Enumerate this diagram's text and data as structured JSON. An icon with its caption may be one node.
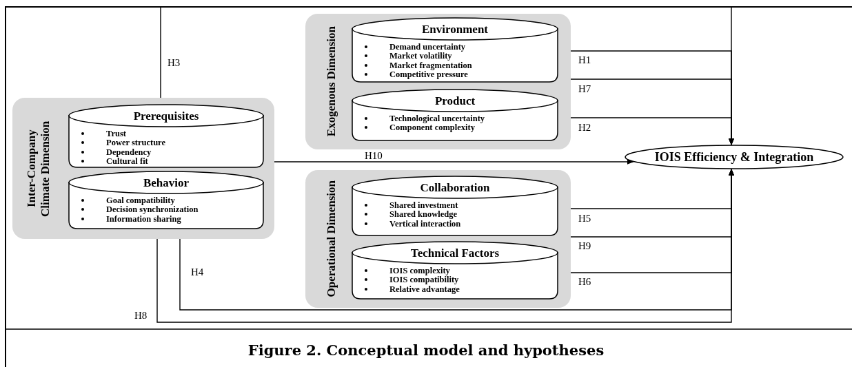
{
  "diagram": {
    "caption": "Figure 2. Conceptual model and hypotheses",
    "nodes": [
      {
        "text": [
          "Inter-Company Climate Dimension"
        ]
      },
      {
        "text": [
          "Prerequisites",
          "Trust",
          "Power structure",
          "Dependency",
          "Cultural fit"
        ],
        "in": 0
      },
      {
        "text": [
          "Behavior",
          "Goal compatibility",
          "Decision synchronization",
          "Information sharing"
        ],
        "in": 0
      },
      {
        "text": [
          "Exogenous Dimension"
        ]
      },
      {
        "text": [
          "Environment",
          "Demand uncertainty",
          "Market volatility",
          "Market fragmentation",
          "Competitive pressure"
        ],
        "in": 3
      },
      {
        "text": [
          "Product",
          "Technological uncertainty",
          "Component complexity"
        ],
        "in": 3
      },
      {
        "text": [
          "Operational Dimension"
        ]
      },
      {
        "text": [
          "Collaboration",
          "Shared investment",
          "Shared knowledge",
          "Vertical interaction"
        ],
        "in": 6
      },
      {
        "text": [
          "Technical Factors",
          "IOIS complexity",
          "IOIS compatibility",
          "Relative advantage"
        ],
        "in": 6
      },
      {
        "text": [
          "IOIS Efficiency & Integration"
        ]
      }
    ],
    "edges": [
      {
        "from": 0,
        "to": 9,
        "arrow": "to",
        "label": "H3"
      },
      {
        "from": 4,
        "to": 9,
        "arrow": "to",
        "label": "H1"
      },
      {
        "from": 3,
        "to": 9,
        "arrow": "to",
        "label": "H7"
      },
      {
        "from": 5,
        "to": 9,
        "arrow": "to",
        "label": "H2"
      },
      {
        "from": 0,
        "to": 9,
        "arrow": "to",
        "label": "H10"
      },
      {
        "from": 7,
        "to": 9,
        "arrow": "to",
        "label": "H5"
      },
      {
        "from": 6,
        "to": 9,
        "arrow": "to",
        "label": "H9"
      },
      {
        "from": 8,
        "to": 9,
        "arrow": "to",
        "label": "H6"
      },
      {
        "from": 2,
        "to": 9,
        "arrow": "to",
        "label": "H4"
      },
      {
        "from": 0,
        "to": 9,
        "arrow": "to",
        "label": "H8"
      }
    ]
  }
}
